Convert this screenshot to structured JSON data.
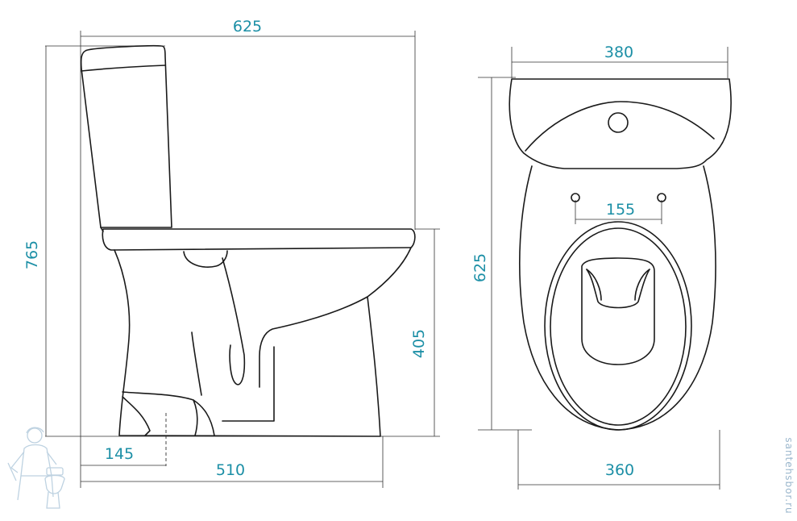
{
  "colors": {
    "dimension_text": "#1c8fa6",
    "outline": "#1a1a1a",
    "dimension_line": "#333333",
    "watermark": "#a9c4d8"
  },
  "side_view": {
    "dims": {
      "total_depth": "625",
      "total_height": "765",
      "seat_height": "405",
      "outlet_offset": "145",
      "base_depth": "510"
    }
  },
  "top_view": {
    "dims": {
      "tank_width": "380",
      "total_length": "625",
      "seat_hole_spacing": "155",
      "base_width": "360"
    }
  },
  "watermark": {
    "text": "santehsbor.ru",
    "icon": "plumber-mascot-icon"
  }
}
